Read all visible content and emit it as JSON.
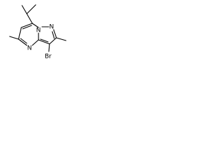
{
  "molecule": {
    "atoms": {
      "n1": "N",
      "n4": "N",
      "n5": "N",
      "br": "Br"
    }
  }
}
